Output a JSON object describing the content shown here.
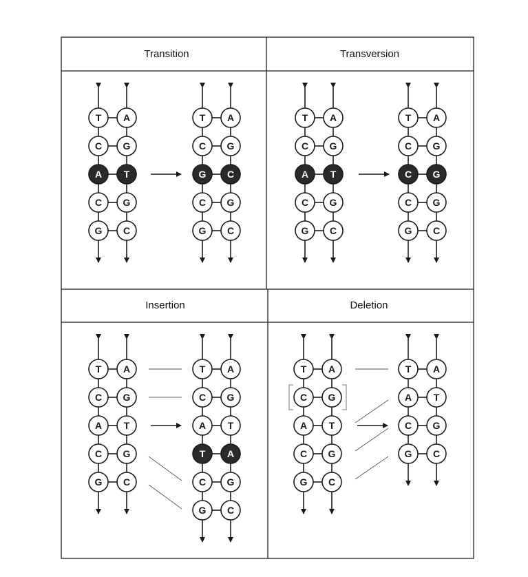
{
  "colors": {
    "ink": "#1a1a1a",
    "paper": "#ffffff",
    "highlight": "#2a2a2a"
  },
  "panels": [
    {
      "id": "transition",
      "title": "Transition",
      "before": [
        [
          "T",
          "A"
        ],
        [
          "C",
          "G"
        ],
        [
          "A",
          "T"
        ],
        [
          "C",
          "G"
        ],
        [
          "G",
          "C"
        ]
      ],
      "after": [
        [
          "T",
          "A"
        ],
        [
          "C",
          "G"
        ],
        [
          "G",
          "C"
        ],
        [
          "C",
          "G"
        ],
        [
          "G",
          "C"
        ]
      ],
      "highlight_before": [
        2
      ],
      "highlight_after": [
        2
      ]
    },
    {
      "id": "transversion",
      "title": "Transversion",
      "before": [
        [
          "T",
          "A"
        ],
        [
          "C",
          "G"
        ],
        [
          "A",
          "T"
        ],
        [
          "C",
          "G"
        ],
        [
          "G",
          "C"
        ]
      ],
      "after": [
        [
          "T",
          "A"
        ],
        [
          "C",
          "G"
        ],
        [
          "C",
          "G"
        ],
        [
          "C",
          "G"
        ],
        [
          "G",
          "C"
        ]
      ],
      "highlight_before": [
        2
      ],
      "highlight_after": [
        2
      ]
    },
    {
      "id": "insertion",
      "title": "Insertion",
      "before": [
        [
          "T",
          "A"
        ],
        [
          "C",
          "G"
        ],
        [
          "A",
          "T"
        ],
        [
          "C",
          "G"
        ],
        [
          "G",
          "C"
        ]
      ],
      "after": [
        [
          "T",
          "A"
        ],
        [
          "C",
          "G"
        ],
        [
          "A",
          "T"
        ],
        [
          "T",
          "A"
        ],
        [
          "C",
          "G"
        ],
        [
          "G",
          "C"
        ]
      ],
      "highlight_before": [],
      "highlight_after": [
        3
      ]
    },
    {
      "id": "deletion",
      "title": "Deletion",
      "before": [
        [
          "T",
          "A"
        ],
        [
          "C",
          "G"
        ],
        [
          "A",
          "T"
        ],
        [
          "C",
          "G"
        ],
        [
          "G",
          "C"
        ]
      ],
      "after": [
        [
          "T",
          "A"
        ],
        [
          "A",
          "T"
        ],
        [
          "C",
          "G"
        ],
        [
          "G",
          "C"
        ]
      ],
      "highlight_before": [],
      "highlight_after": [],
      "bracketed_before": [
        1
      ]
    }
  ]
}
